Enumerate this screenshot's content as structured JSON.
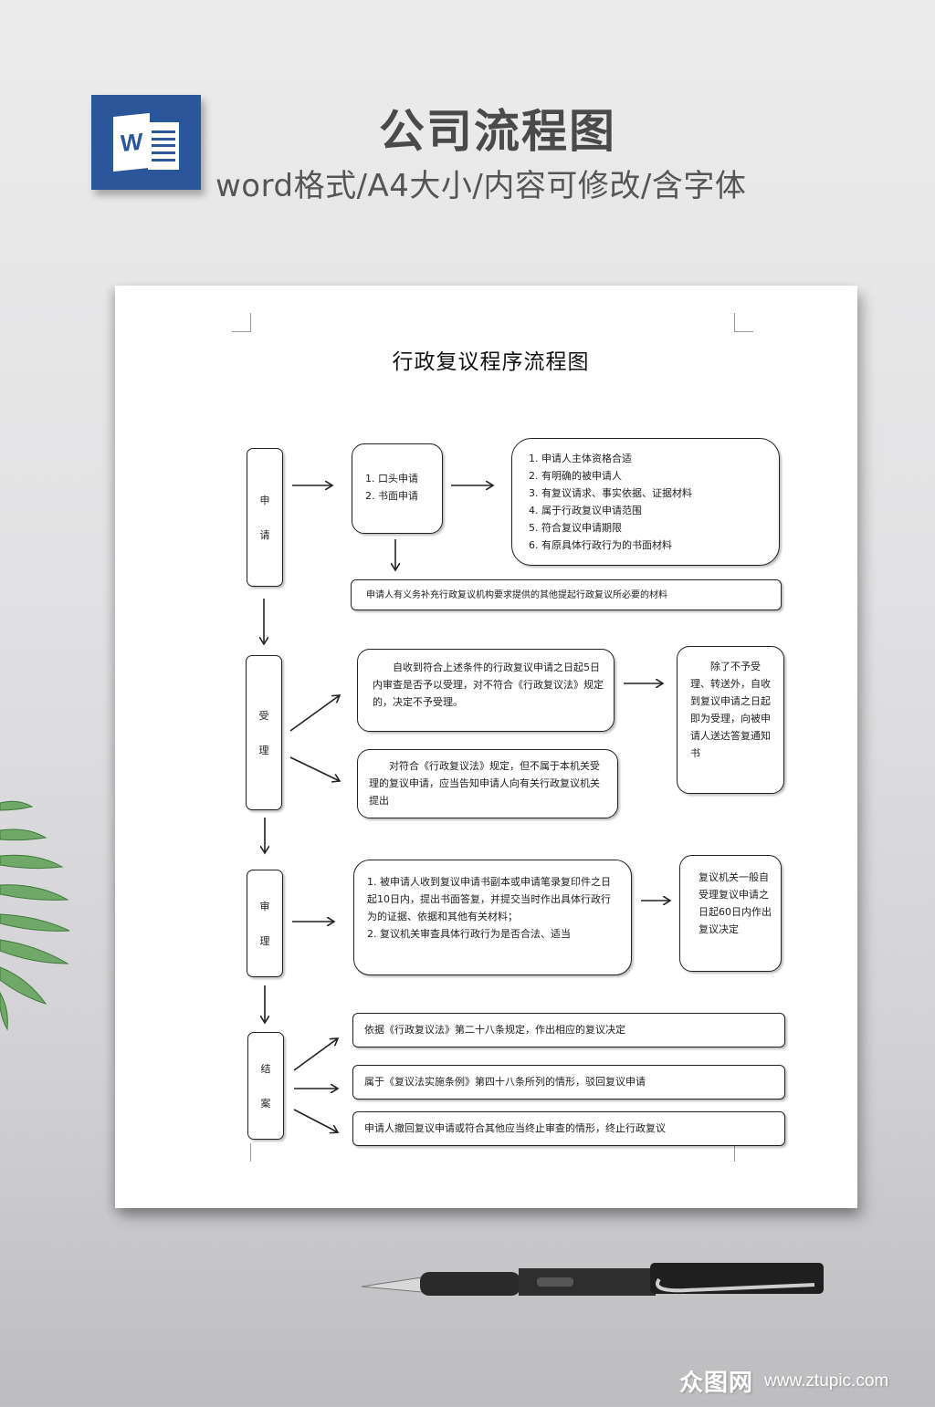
{
  "header": {
    "app_icon": "word-icon",
    "app_icon_letter": "W",
    "title": "公司流程图",
    "subtitle": "word格式/A4大小/内容可修改/含字体"
  },
  "document": {
    "title": "行政复议程序流程图",
    "stages": [
      {
        "id": "apply",
        "chars": [
          "申",
          "请"
        ]
      },
      {
        "id": "accept",
        "chars": [
          "受",
          "理"
        ]
      },
      {
        "id": "review",
        "chars": [
          "审",
          "理"
        ]
      },
      {
        "id": "close",
        "chars": [
          "结",
          "案"
        ]
      }
    ],
    "apply": {
      "methods": "1. 口头申请\n2. 书面申请",
      "conditions": "1. 申请人主体资格合适\n2. 有明确的被申请人\n3. 有复议请求、事实依据、证据材料\n4. 属于行政复议申请范围\n5. 符合复议申请期限\n6. 有原具体行政行为的书面材料",
      "supplement": "申请人有义务补充行政复议机构要求提供的其他提起行政复议所必要的材料"
    },
    "accept": {
      "review_box": "　　自收到符合上述条件的行政复议申请之日起5日内审查是否予以受理，对不符合《行政复议法》规定的，决定不予受理。",
      "transfer_box": "　　对符合《行政复议法》规定，但不属于本机关受理的复议申请，应当告知申请人向有关行政复议机关提出",
      "other_box": "　　除了不予受理、转送外，自收到复议申请之日起即为受理，向被申请人送达答复通知书"
    },
    "review": {
      "process_box": "1. 被申请人收到复议申请书副本或申请笔录复印件之日起10日内，提出书面答复，并提交当时作出具体行政行为的证据、依据和其他有关材料；\n2. 复议机关审查具体行政行为是否合法、适当",
      "deadline_box": "复议机关一般自受理复议申请之日起60日内作出复议决定"
    },
    "close": {
      "outcomes": [
        "依据《行政复议法》第二十八条规定，作出相应的复议决定",
        "属于《复议法实施条例》第四十八条所列的情形，驳回复议申请",
        "申请人撤回复议申请或符合其他应当终止审查的情形，终止行政复议"
      ]
    }
  },
  "watermark": {
    "brand": "众图网",
    "url": "www.ztupic.com"
  },
  "colors": {
    "word_blue": "#2b579a",
    "title_gray": "#4a4a4a",
    "line": "#222222"
  }
}
